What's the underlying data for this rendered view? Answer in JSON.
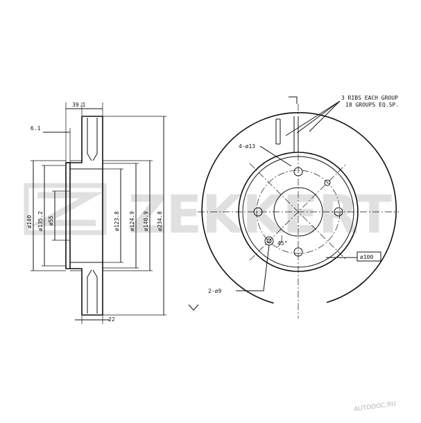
{
  "brand": {
    "name": "ZEKKERT"
  },
  "watermark": {
    "credit": "AUTODOC.RU"
  },
  "side_view": {
    "dims": {
      "width_top": "39.1",
      "offset": "6.1",
      "d140": "ø140",
      "d135": "ø135.2",
      "d55": "ø55",
      "d123": "ø123.8",
      "d124": "ø124.9",
      "d140b": "ø140.9",
      "d234": "ø234.8",
      "thickness": "22"
    }
  },
  "front_view": {
    "ribs_line1": "3 RIBS EACH GROUP",
    "ribs_line2": "18 GROUPS EQ.SP.",
    "holes": "4-ø13",
    "pcd": "ø100",
    "pins": "2-ø9",
    "angle": "45°"
  }
}
